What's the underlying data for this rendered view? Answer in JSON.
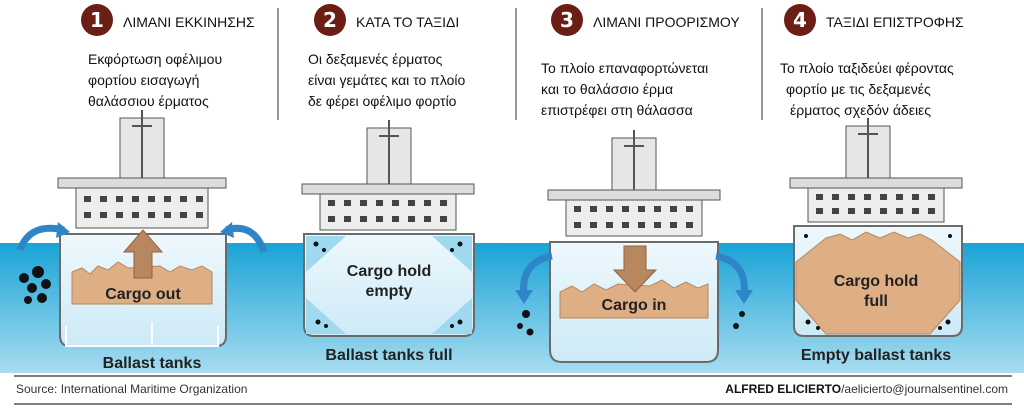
{
  "colors": {
    "sea_top": "#1aa3d6",
    "sea_bottom": "#9fd9ef",
    "ballast_water": "#dff1fb",
    "cargo": "#deae85",
    "cargo_dark": "#b9875f",
    "hull_outline": "#6a6a6a",
    "superstructure": "#dcdcdc",
    "step_badge": "#6b1f14",
    "arrow_water": "#2e86c8",
    "brand_bar": "#444444"
  },
  "steps": [
    {
      "number": "1",
      "title": "ΛΙΜΑΝΙ ΕΚΚΙΝΗΣΗΣ",
      "description": [
        "Εκφόρτωση οφέλιμου",
        "φορτίου εισαγωγή",
        "θαλάσσιου έρματος"
      ],
      "hold_label": [
        "Cargo out"
      ],
      "caption": "Ballast tanks"
    },
    {
      "number": "2",
      "title": "ΚΑΤΑ ΤΟ ΤΑΞΙΔΙ",
      "description": [
        "Οι δεξαμενές έρματος",
        "είναι γεμάτες και το πλοίο",
        "δε φέρει οφέλιμο φορτίο"
      ],
      "hold_label": [
        "Cargo hold",
        "empty"
      ],
      "caption": "Ballast tanks full"
    },
    {
      "number": "3",
      "title": "ΛΙΜΑΝΙ ΠΡΟΟΡΙΣΜΟΥ",
      "description": [
        "Το πλοίο επαναφορτώνεται",
        "και το θαλάσσιο έρμα",
        "επιστρέφει στη θάλασσα"
      ],
      "hold_label": [
        "Cargo in"
      ],
      "caption": ""
    },
    {
      "number": "4",
      "title": "ΤΑΞΙΔΙ ΕΠΙΣΤΡΟΦΗΣ",
      "description": [
        "Το πλοίο ταξιδεύει φέροντας",
        "φορτίο με τις δεξαμενές",
        "έρματος σχεδόν άδειες"
      ],
      "hold_label": [
        "Cargo hold",
        "full"
      ],
      "caption": "Empty ballast tanks"
    }
  ],
  "footer": {
    "source": "Source: International Maritime Organization",
    "author": "ALFRED ELICIERTO",
    "email": "/aelicierto@journalsentinel.com"
  }
}
